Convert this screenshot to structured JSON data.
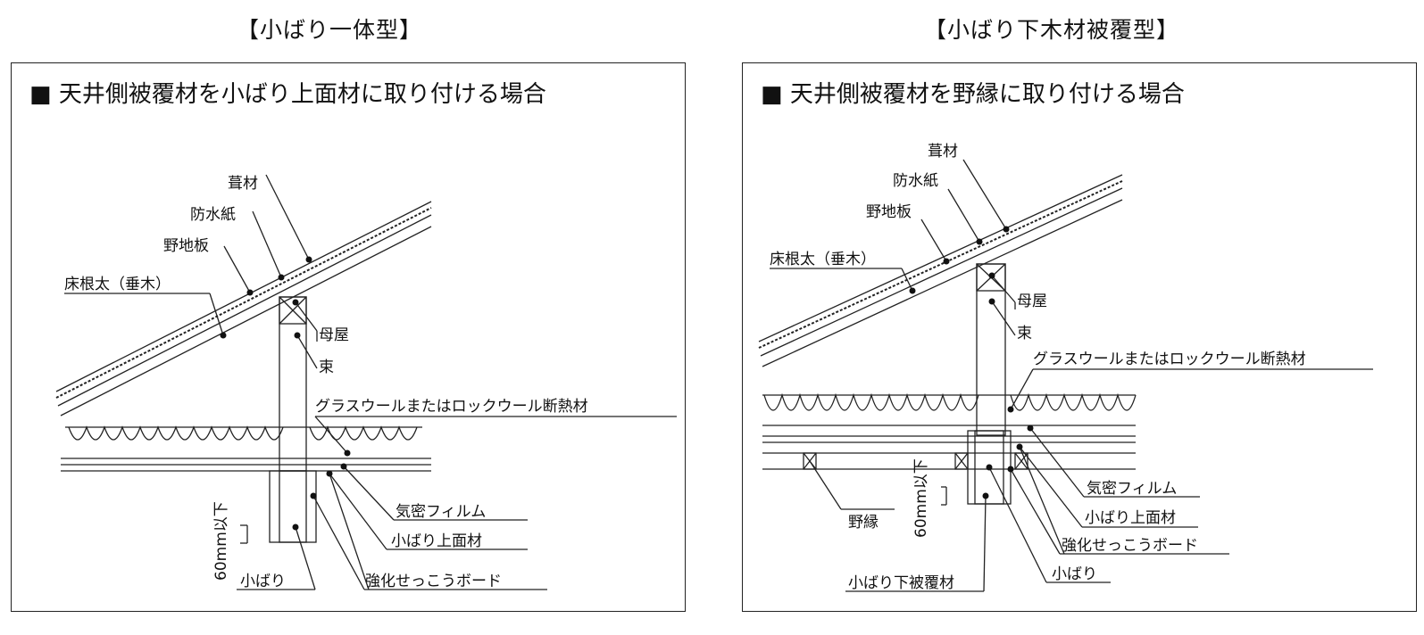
{
  "left": {
    "heading": "【小ばり一体型】",
    "title": "■ 天井側被覆材を小ばり上面材に取り付ける場合",
    "labels": {
      "fukizai": "葺材",
      "bousuishi": "防水紙",
      "nojiita": "野地板",
      "tarugi": "床根太（垂木）",
      "moya": "母屋",
      "tsuka": "束",
      "insulation": "グラスウールまたはロックウール断熱材",
      "film": "気密フィルム",
      "kobari_top": "小ばり上面材",
      "board": "強化せっこうボード",
      "kobari": "小ばり",
      "dim": "60mm以下"
    }
  },
  "right": {
    "heading": "【小ばり下木材被覆型】",
    "title": "■ 天井側被覆材を野縁に取り付ける場合",
    "labels": {
      "fukizai": "葺材",
      "bousuishi": "防水紙",
      "nojiita": "野地板",
      "tarugi": "床根太（垂木）",
      "moya": "母屋",
      "tsuka": "束",
      "insulation": "グラスウールまたはロックウール断熱材",
      "noen": "野縁",
      "film": "気密フィルム",
      "kobari_top": "小ばり上面材",
      "board": "強化せっこうボード",
      "kobari_cover": "小ばり下被覆材",
      "kobari": "小ばり",
      "dim": "60mm以下"
    }
  }
}
